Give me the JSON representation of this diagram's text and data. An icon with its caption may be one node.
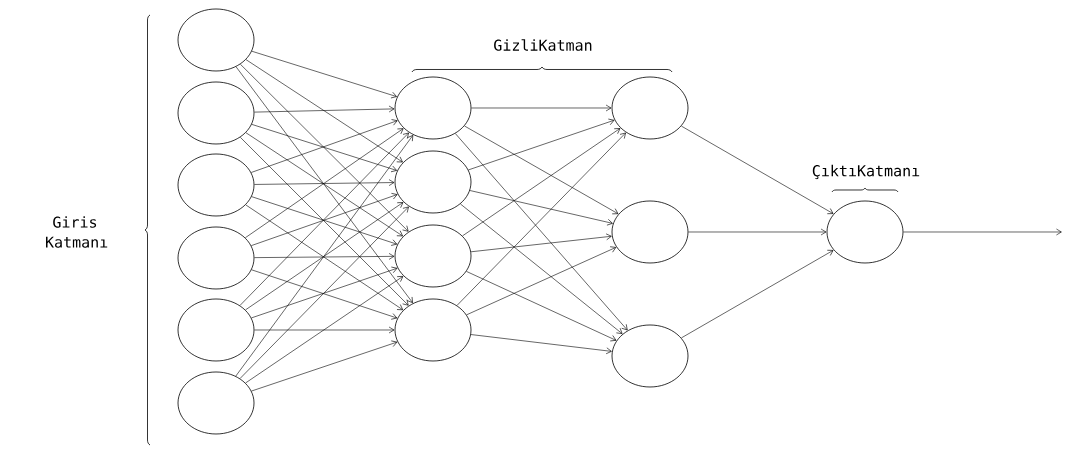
{
  "diagram": {
    "nodes": [
      {
        "text": [],
        "shape": "circle"
      },
      {
        "text": [],
        "shape": "circle"
      },
      {
        "text": [],
        "shape": "circle"
      },
      {
        "text": [],
        "shape": "circle"
      },
      {
        "text": [],
        "shape": "circle"
      },
      {
        "text": [],
        "shape": "circle"
      },
      {
        "text": [],
        "shape": "circle"
      },
      {
        "text": [],
        "shape": "circle"
      },
      {
        "text": [],
        "shape": "circle"
      },
      {
        "text": [],
        "shape": "circle"
      },
      {
        "text": [],
        "shape": "circle"
      },
      {
        "text": [],
        "shape": "circle"
      },
      {
        "text": [],
        "shape": "circle"
      },
      {
        "text": [],
        "shape": "circle"
      }
    ],
    "edges": [
      {
        "from": 0,
        "to": 6,
        "arrow": "to"
      },
      {
        "from": 0,
        "to": 7,
        "arrow": "to"
      },
      {
        "from": 0,
        "to": 8,
        "arrow": "to"
      },
      {
        "from": 0,
        "to": 9,
        "arrow": "to"
      },
      {
        "from": 1,
        "to": 6,
        "arrow": "to"
      },
      {
        "from": 1,
        "to": 7,
        "arrow": "to"
      },
      {
        "from": 1,
        "to": 8,
        "arrow": "to"
      },
      {
        "from": 1,
        "to": 9,
        "arrow": "to"
      },
      {
        "from": 2,
        "to": 6,
        "arrow": "to"
      },
      {
        "from": 2,
        "to": 7,
        "arrow": "to"
      },
      {
        "from": 2,
        "to": 8,
        "arrow": "to"
      },
      {
        "from": 2,
        "to": 9,
        "arrow": "to"
      },
      {
        "from": 3,
        "to": 6,
        "arrow": "to"
      },
      {
        "from": 3,
        "to": 7,
        "arrow": "to"
      },
      {
        "from": 3,
        "to": 8,
        "arrow": "to"
      },
      {
        "from": 3,
        "to": 9,
        "arrow": "to"
      },
      {
        "from": 4,
        "to": 6,
        "arrow": "to"
      },
      {
        "from": 4,
        "to": 7,
        "arrow": "to"
      },
      {
        "from": 4,
        "to": 8,
        "arrow": "to"
      },
      {
        "from": 4,
        "to": 9,
        "arrow": "to"
      },
      {
        "from": 5,
        "to": 6,
        "arrow": "to"
      },
      {
        "from": 5,
        "to": 7,
        "arrow": "to"
      },
      {
        "from": 5,
        "to": 8,
        "arrow": "to"
      },
      {
        "from": 5,
        "to": 9,
        "arrow": "to"
      },
      {
        "from": 6,
        "to": 10,
        "arrow": "to"
      },
      {
        "from": 6,
        "to": 11,
        "arrow": "to"
      },
      {
        "from": 6,
        "to": 12,
        "arrow": "to"
      },
      {
        "from": 7,
        "to": 10,
        "arrow": "to"
      },
      {
        "from": 7,
        "to": 11,
        "arrow": "to"
      },
      {
        "from": 7,
        "to": 12,
        "arrow": "to"
      },
      {
        "from": 8,
        "to": 10,
        "arrow": "to"
      },
      {
        "from": 8,
        "to": 11,
        "arrow": "to"
      },
      {
        "from": 8,
        "to": 12,
        "arrow": "to"
      },
      {
        "from": 9,
        "to": 10,
        "arrow": "to"
      },
      {
        "from": 9,
        "to": 11,
        "arrow": "to"
      },
      {
        "from": 9,
        "to": 12,
        "arrow": "to"
      },
      {
        "from": 10,
        "to": 13,
        "arrow": "to"
      },
      {
        "from": 11,
        "to": 13,
        "arrow": "to"
      },
      {
        "from": 12,
        "to": 13,
        "arrow": "to"
      },
      {
        "from": 13,
        "to": null,
        "arrow": "to"
      }
    ],
    "labels": [
      "Giris Katmanı",
      "GizliKatman",
      "ÇıktıKatmanı"
    ]
  }
}
